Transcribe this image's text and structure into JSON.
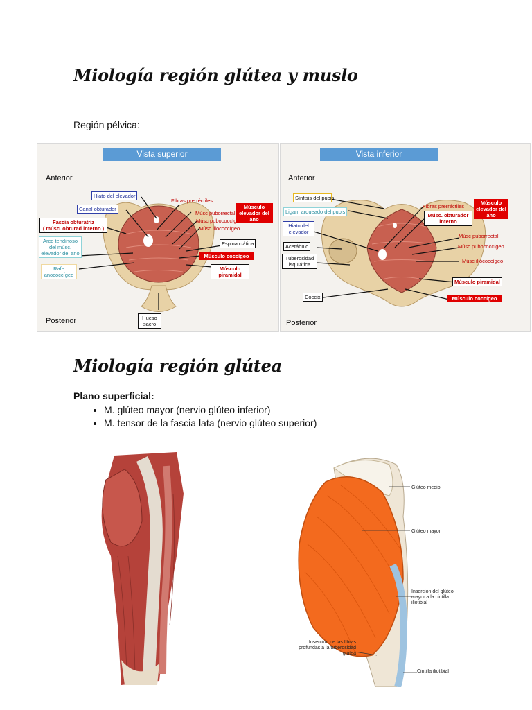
{
  "title1": "Miología región glútea y muslo",
  "subtitle": "Región pélvica:",
  "title2": "Miología región glútea",
  "plano": "Plano superficial:",
  "bullets": [
    "M. glúteo mayor (nervio glúteo inferior)",
    "M. tensor de la fascia lata (nervio glúteo superior)"
  ],
  "vista_superior": {
    "banner": "Vista  superior",
    "anterior": "Anterior",
    "posterior": "Posterior",
    "labels": {
      "hiato": "Hiato del elevador",
      "canal": "Canal obturador",
      "fascia1": "Fascia obturatriz",
      "fascia2": "( músc. obturad interno )",
      "arco1": "Arco tendinoso",
      "arco2": "del músc.",
      "arco3": "elevador del ano",
      "rafe1": "Rafe",
      "rafe2": "anococcígeo",
      "fibras": "Fibras prerréctiles",
      "puborrectal": "Músc puborrectal",
      "pubococcigeo": "Músc pubococcígeo",
      "iliococcigeo": "Músc iliococcígeo",
      "elevador": "Músculo elevador del ano",
      "espina": "Espina ciática",
      "coccigeo": "Músculo coccígeo",
      "piramidal": "Músculo piramidal",
      "sacro": "Hueso sacro"
    }
  },
  "vista_inferior": {
    "banner": "Vista  inferior",
    "anterior": "Anterior",
    "posterior": "Posterior",
    "labels": {
      "sinfisis": "Sínfisis del pubis",
      "ligam": "Ligam arqueado del pubis",
      "hiato": "Hiato del elevador",
      "acetabulo": "Acetábulo",
      "tuberosidad": "Tuberosidad isquiática",
      "coccix": "Cóccix",
      "fibras": "Fibras prerréctiles",
      "obturador": "Músc. obturador interno",
      "elevador": "Músculo elevador del ano",
      "puborrectal": "Músc puborrectal",
      "pubococcigeo": "Músc pubococcígeo",
      "iliococcigeo": "Músc iliococcígeo",
      "piramidal": "Músculo piramidal",
      "coccigeo": "Músculo coccígeo"
    }
  },
  "gluteo_figure": {
    "labels": {
      "medio": "Glúteo medio",
      "mayor": "Glúteo mayor",
      "insercion_cintilla": "Inserción del glúteo mayor a la cintilla iliotibial",
      "insercion_fibras": "Inserción de las fibras profundas a la tuberosidad glútea",
      "cintilla": "Cintilla iliotibial"
    }
  },
  "colors": {
    "banner": "#5b9bd5",
    "red": "#e00000",
    "muscle": "#c0392b",
    "gluteus": "#f36a1e"
  }
}
